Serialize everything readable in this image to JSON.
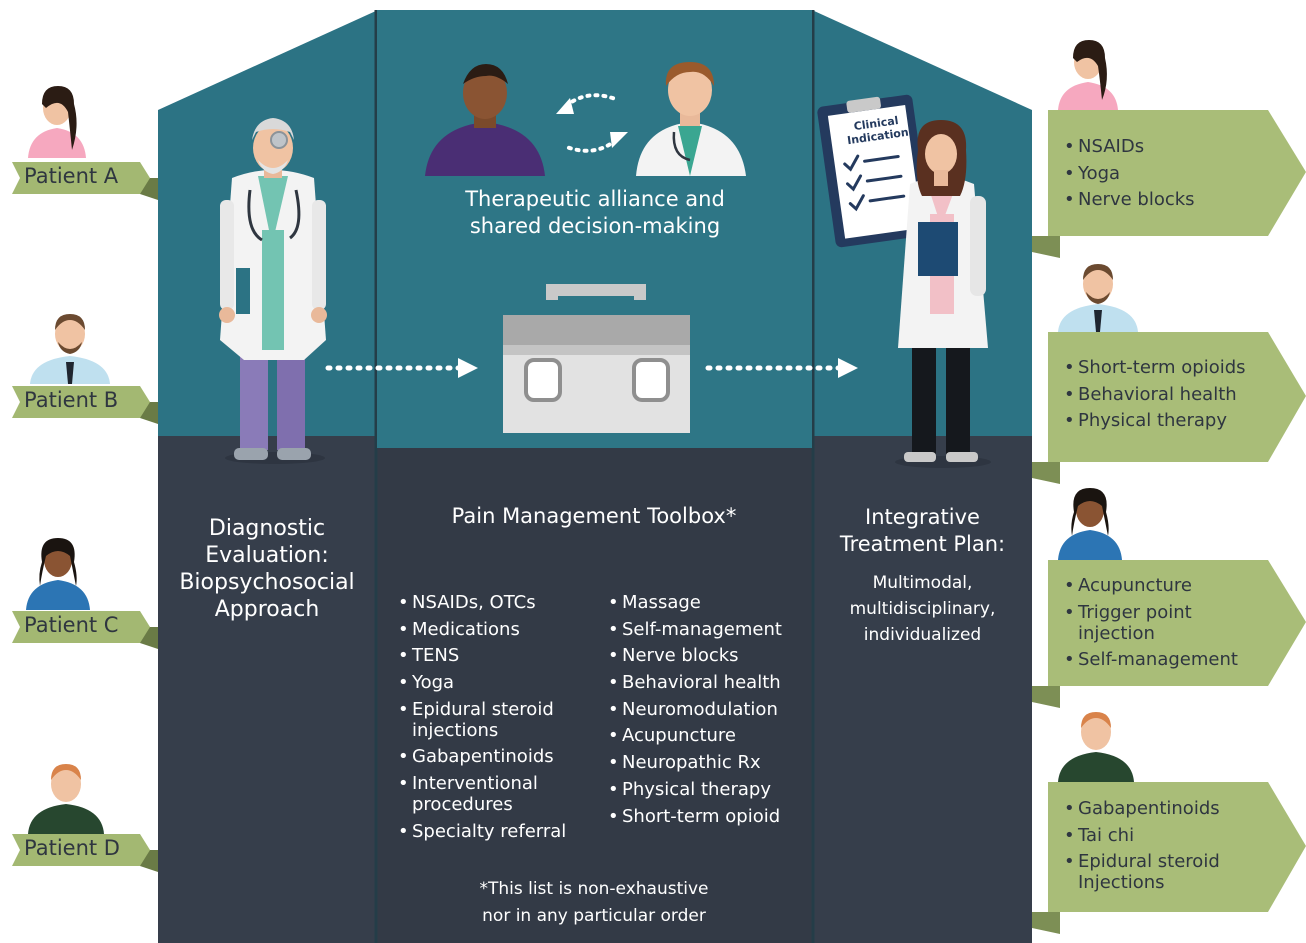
{
  "patients": [
    {
      "label": "Patient A"
    },
    {
      "label": "Patient B"
    },
    {
      "label": "Patient C"
    },
    {
      "label": "Patient D"
    }
  ],
  "top_center": {
    "line1": "Therapeutic alliance and",
    "line2": "shared decision-making"
  },
  "clipboard": {
    "line1": "Clinical",
    "line2": "Indication"
  },
  "left_panel": {
    "title_lines": [
      "Diagnostic",
      "Evaluation:",
      "Biopsychosocial",
      "Approach"
    ]
  },
  "toolbox": {
    "title": "Pain Management Toolbox*",
    "col1": [
      "NSAIDs, OTCs",
      "Medications",
      "TENS",
      "Yoga",
      "Epidural steroid injections",
      "Gabapentinoids",
      "Interventional procedures",
      "Specialty referral"
    ],
    "col2": [
      "Massage",
      "Self-management",
      "Nerve blocks",
      "Behavioral health",
      "Neuromodulation",
      "Acupuncture",
      "Neuropathic Rx",
      "Physical therapy",
      "Short-term opioid"
    ],
    "footnote_line1": "*This list is non-exhaustive",
    "footnote_line2": "nor in any particular order"
  },
  "right_panel": {
    "title_line1": "Integrative",
    "title_line2": "Treatment Plan:",
    "desc_lines": [
      "Multimodal,",
      "multidisciplinary,",
      "individualized"
    ]
  },
  "plans": [
    {
      "items": [
        "NSAIDs",
        "Yoga",
        "Nerve blocks"
      ]
    },
    {
      "items": [
        "Short-term opioids",
        "Behavioral health",
        "Physical therapy"
      ]
    },
    {
      "items": [
        "Acupuncture",
        "Trigger point injection",
        "Self-management"
      ]
    },
    {
      "items": [
        "Gabapentinoids",
        "Tai chi",
        "Epidural steroid Injections"
      ]
    }
  ],
  "colors": {
    "teal": "#2c7384",
    "slate": "#363e4b",
    "banner_green": "#a9bd78",
    "banner_shadow": "#7d8f55",
    "tag_green": "#a3b872"
  }
}
